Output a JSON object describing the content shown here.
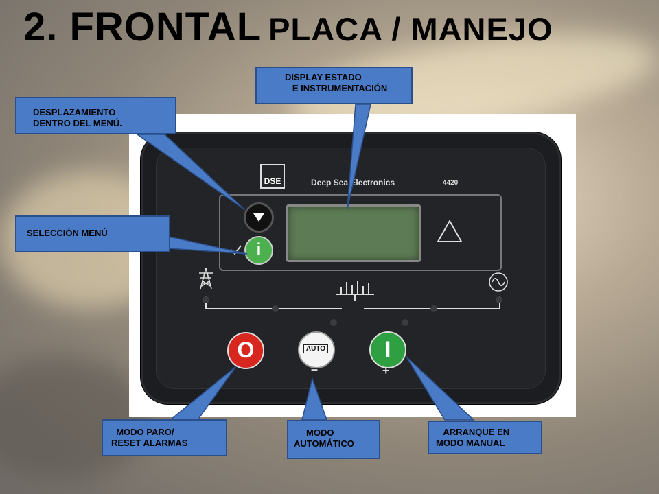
{
  "title": {
    "part1": "2. FRONTAL",
    "part2": "PLACA / MANEJO"
  },
  "device": {
    "logo": "DSE",
    "brand": "Deep Sea Electronics",
    "model": "4420",
    "minus": "–",
    "plus": "+",
    "buttons": {
      "stop": "O",
      "auto": "AUTO",
      "start": "I",
      "info": "i"
    }
  },
  "callouts": {
    "display": "DISPLAY ESTADO\n   E INSTRUMENTACIÓN",
    "scroll": "DESPLAZAMIENTO\nDENTRO DEL MENÚ.",
    "select": "SELECCIÓN MENÚ",
    "stop": "  MODO PARO/\nRESET ALARMAS",
    "auto": "     MODO\nAUTOMÁTICO",
    "manual": "   ARRANQUE EN\nMODO MANUAL"
  },
  "colors": {
    "callout": "#4a7bc6",
    "stop": "#d8271f",
    "start": "#2fa042",
    "lcd": "#5d7c55"
  },
  "icons": [
    "down-arrow-icon",
    "info-icon",
    "checkmark-icon",
    "warning-triangle-icon",
    "pylon-icon",
    "generator-sine-icon",
    "busbar-icon"
  ]
}
